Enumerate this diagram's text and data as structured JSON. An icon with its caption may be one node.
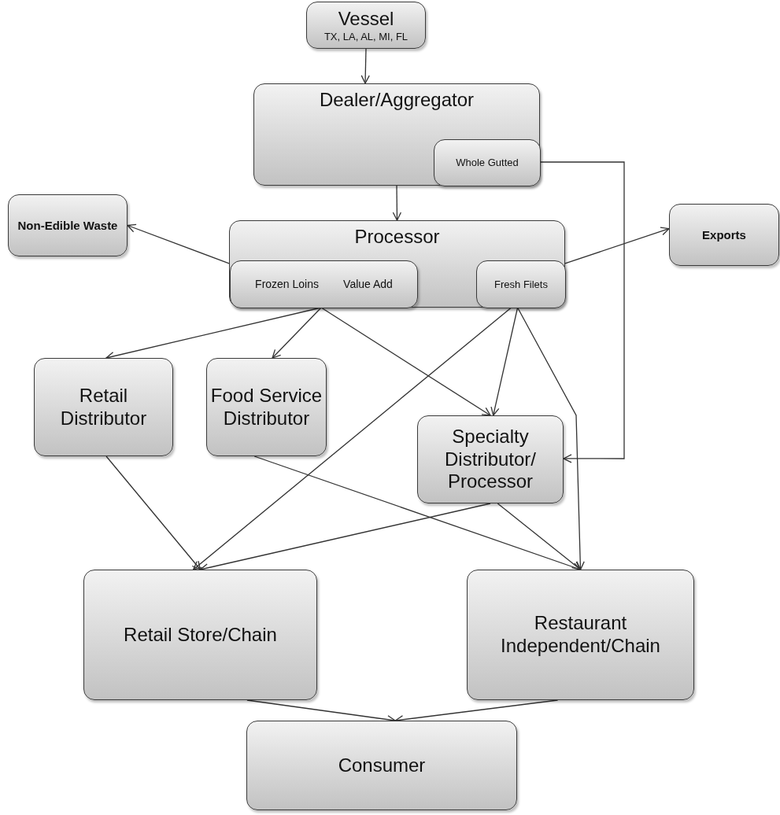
{
  "diagram": {
    "nodes": [
      {
        "text": [
          "Vessel",
          "TX, LA, AL, MI, FL"
        ]
      },
      {
        "text": [
          "Dealer/Aggregator"
        ]
      },
      {
        "text": [
          "Whole Gutted"
        ],
        "in": 1
      },
      {
        "text": [
          "Non-Edible Waste"
        ]
      },
      {
        "text": [
          "Processor"
        ]
      },
      {
        "text": [
          "Frozen Loins",
          "Value Add"
        ],
        "in": 4
      },
      {
        "text": [
          "Fresh Filets"
        ],
        "in": 4
      },
      {
        "text": [
          "Exports"
        ]
      },
      {
        "text": [
          "Retail Distributor"
        ]
      },
      {
        "text": [
          "Food Service Distributor"
        ]
      },
      {
        "text": [
          "Specialty Distributor/ Processor"
        ]
      },
      {
        "text": [
          "Retail Store/Chain"
        ]
      },
      {
        "text": [
          "Restaurant Independent/Chain"
        ]
      },
      {
        "text": [
          "Consumer"
        ]
      }
    ],
    "edges": [
      {
        "from": 0,
        "to": 1,
        "arrow": "to"
      },
      {
        "from": 1,
        "to": 4,
        "arrow": "to"
      },
      {
        "from": 2,
        "to": 10,
        "arrow": "to"
      },
      {
        "from": 5,
        "to": 3,
        "arrow": "to"
      },
      {
        "from": 6,
        "to": 7,
        "arrow": "to"
      },
      {
        "from": 5,
        "to": 8,
        "arrow": "to"
      },
      {
        "from": 5,
        "to": 9,
        "arrow": "to"
      },
      {
        "from": 5,
        "to": 10,
        "arrow": "to"
      },
      {
        "from": 6,
        "to": 11,
        "arrow": "to"
      },
      {
        "from": 6,
        "to": 10,
        "arrow": "to"
      },
      {
        "from": 6,
        "to": 12,
        "arrow": "to"
      },
      {
        "from": 8,
        "to": 11,
        "arrow": "to"
      },
      {
        "from": 9,
        "to": 12,
        "arrow": "to"
      },
      {
        "from": 10,
        "to": 11,
        "arrow": "to"
      },
      {
        "from": 10,
        "to": 12,
        "arrow": "to"
      },
      {
        "from": 11,
        "to": 13,
        "arrow": "to"
      },
      {
        "from": 12,
        "to": 13,
        "arrow": "to"
      }
    ]
  }
}
